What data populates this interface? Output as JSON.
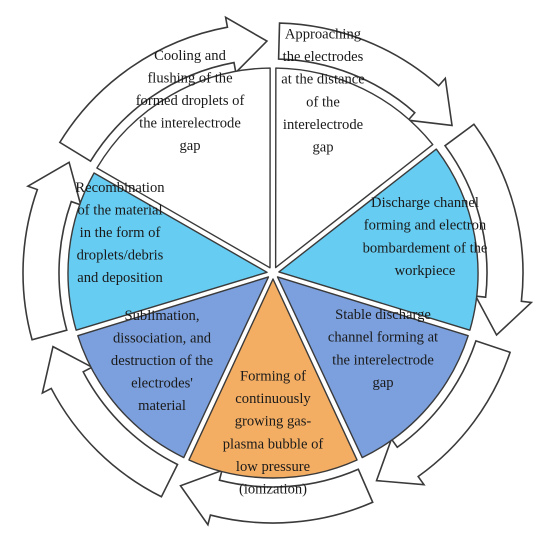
{
  "diagram": {
    "type": "cycle",
    "direction": "clockwise",
    "steps": [
      {
        "id": "approaching",
        "color": "#ffffff",
        "lines": [
          "Approaching",
          "the electrodes",
          "at the distance",
          "of the",
          "interelectrode",
          "gap"
        ]
      },
      {
        "id": "discharge-channel-forming",
        "color": "#66ccf2",
        "lines": [
          "Discharge channel",
          "forming and electron",
          "bombardement of the",
          "workpiece"
        ]
      },
      {
        "id": "stable-discharge",
        "color": "#7ca0dd",
        "lines": [
          "Stable discharge",
          "channel forming at",
          "the interelectrode",
          "gap"
        ]
      },
      {
        "id": "gas-plasma-bubble",
        "color": "#f4ae63",
        "lines": [
          "Forming of",
          "continuously",
          "growing gas-",
          "plasma bubble of",
          "low pressure",
          "(ionization)"
        ]
      },
      {
        "id": "sublimation",
        "color": "#7ca0dd",
        "lines": [
          "Sublimation,",
          "dissociation, and",
          "destruction of the",
          "electrodes'",
          "material"
        ]
      },
      {
        "id": "recombination",
        "color": "#66ccf2",
        "lines": [
          "Recombination",
          "of the material",
          "in the form of",
          "droplets/debris",
          "and deposition"
        ]
      },
      {
        "id": "cooling-flushing",
        "color": "#ffffff",
        "lines": [
          "Cooling and",
          "flushing of the",
          "formed droplets of",
          "the interelectrode",
          "gap"
        ]
      }
    ],
    "stroke_color": "#3a3a3a",
    "arrow_color": "#ffffff"
  }
}
